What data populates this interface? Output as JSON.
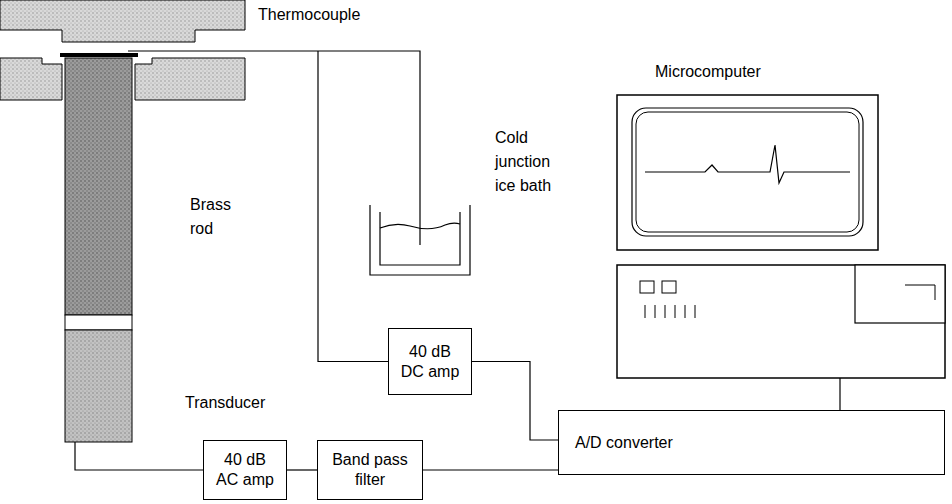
{
  "diagram": {
    "nodes": [
      {
        "text": [
          "40 dB DC amp"
        ]
      },
      {
        "text": [
          "A/D converter"
        ]
      },
      {
        "text": [
          "40 dB AC amp"
        ]
      },
      {
        "text": [
          "Band pass filter"
        ]
      }
    ],
    "edges": [
      {
        "from": 0,
        "to": 1,
        "arrow": "none"
      },
      {
        "from": 2,
        "to": 3,
        "arrow": "none"
      },
      {
        "from": 3,
        "to": 1,
        "arrow": "none"
      }
    ],
    "labels": [
      "Thermocouple",
      "Microcomputer",
      "Cold junction ice bath",
      "Brass rod",
      "Transducer"
    ]
  }
}
